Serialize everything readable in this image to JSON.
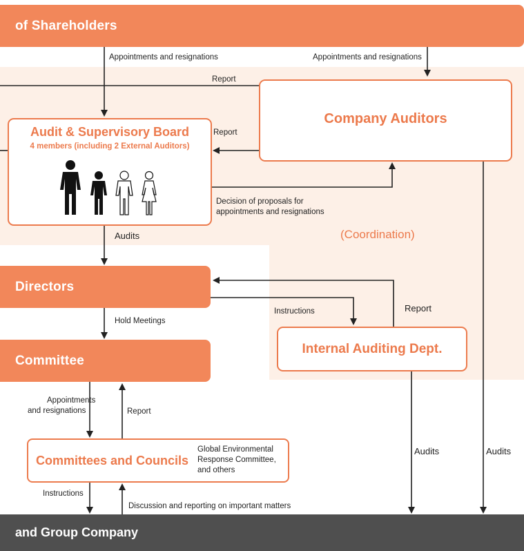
{
  "top_bar": {
    "label": "of Shareholders"
  },
  "bottom_bar": {
    "label": "and Group Company"
  },
  "directors": {
    "label": "Directors"
  },
  "committee": {
    "label": "Committee"
  },
  "company_auditors": {
    "title": "Company Auditors"
  },
  "audit_board": {
    "title": "Audit & Supervisory Board",
    "subtitle": "4 members (including 2 External Auditors)"
  },
  "internal_audit": {
    "title": "Internal Auditing Dept."
  },
  "committees_councils": {
    "title": "Committees and Councils",
    "note_line1": "Global Environmental",
    "note_line2": "Response Committee,",
    "note_line3": "and others"
  },
  "labels": {
    "appointments_left": "Appointments and resignations",
    "appointments_right": "Appointments and resignations",
    "report_top": "Report",
    "report_board": "Report",
    "decision_line1": "Decision of proposals for",
    "decision_line2": "appointments and resignations",
    "coordination": "(Coordination)",
    "audits_board": "Audits",
    "hold_meetings": "Hold Meetings",
    "instructions_internal": "Instructions",
    "report_internal": "Report",
    "appointments_cc_line1": "Appointments",
    "appointments_cc_line2": "and resignations",
    "report_cc": "Report",
    "audits_internal": "Audits",
    "audits_company": "Audits",
    "instructions_cc": "Instructions",
    "discussion": "Discussion and reporting on important matters"
  },
  "colors": {
    "accent": "#f2875a",
    "border": "#ec7a4c",
    "peach_bg": "#fdf0e7",
    "dark": "#4f4f4f"
  },
  "icons": [
    "man-icon",
    "boy-icon",
    "man-outline-icon",
    "woman-outline-icon"
  ]
}
